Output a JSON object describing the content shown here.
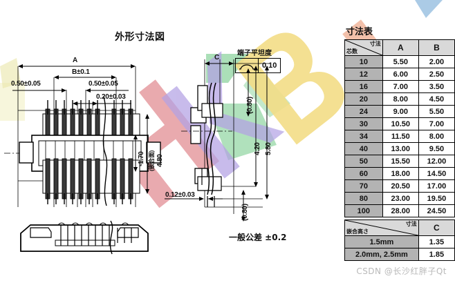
{
  "titles": {
    "main": "外形寸法図",
    "table": "寸法表"
  },
  "drawing_labels": {
    "dim_A": "A",
    "dim_B": "B±0.1",
    "pitch_left": "0.50±0.05",
    "pitch_right": "0.50±0.05",
    "width_020": "0.20±0.03",
    "height_170": "1.70",
    "mating_face": "(嵌合面)",
    "height_480": "4.80",
    "dim_C": "C",
    "ref_080_top": "(0.80)",
    "height_420": "4.20",
    "height_580": "5.80",
    "ref_080_bottom": "(0.80)",
    "thickness_012": "0.12±0.03",
    "general_tolerance": "一般公差 ±0.2"
  },
  "flatness": {
    "label": "端子平坦度",
    "symbol": "flatness-symbol",
    "value": "0.10"
  },
  "dimension_table": {
    "corner_row_label": "芯数",
    "corner_col_label": "寸法",
    "columns": [
      "A",
      "B"
    ],
    "rows": [
      {
        "pins": "10",
        "A": "5.50",
        "B": "2.00"
      },
      {
        "pins": "12",
        "A": "6.00",
        "B": "2.50"
      },
      {
        "pins": "16",
        "A": "7.00",
        "B": "3.50"
      },
      {
        "pins": "20",
        "A": "8.00",
        "B": "4.50"
      },
      {
        "pins": "24",
        "A": "9.00",
        "B": "5.50"
      },
      {
        "pins": "30",
        "A": "10.50",
        "B": "7.00"
      },
      {
        "pins": "34",
        "A": "11.50",
        "B": "8.00"
      },
      {
        "pins": "40",
        "A": "13.00",
        "B": "9.50"
      },
      {
        "pins": "50",
        "A": "15.50",
        "B": "12.00"
      },
      {
        "pins": "60",
        "A": "18.00",
        "B": "14.50"
      },
      {
        "pins": "70",
        "A": "20.50",
        "B": "17.00"
      },
      {
        "pins": "80",
        "A": "23.00",
        "B": "19.50"
      },
      {
        "pins": "100",
        "A": "28.00",
        "B": "24.50"
      }
    ]
  },
  "height_table": {
    "corner_row_label": "嵌合高さ",
    "corner_col_label": "寸法",
    "columns": [
      "C"
    ],
    "rows": [
      {
        "height": "1.5mm",
        "C": "1.35"
      },
      {
        "height": "2.0mm, 2.5mm",
        "C": "1.85"
      }
    ]
  },
  "watermark": {
    "text": "HKBI",
    "letters": [
      "H",
      "K",
      "B",
      "I"
    ],
    "colors": {
      "h": "#e8a0a4",
      "k": "#b9a6e8",
      "b": "#f5e08a",
      "i": "#f0b49a",
      "green": "#9cd9ab"
    }
  },
  "footer": {
    "credit": "CSDN @长沙红胖子Qt"
  }
}
